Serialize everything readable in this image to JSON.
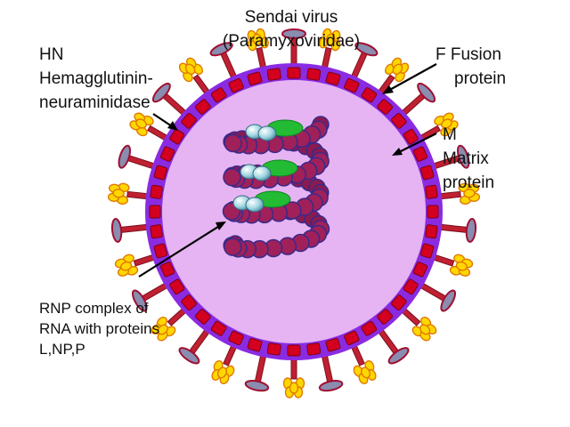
{
  "title": {
    "line1": "Sendai virus",
    "line2": "(Paramyxoviridae)"
  },
  "labels": {
    "hn": {
      "line1": "HN",
      "line2": "Hemagglutinin-",
      "line3": "neuraminidase"
    },
    "f": {
      "line1": "F  Fusion",
      "line2": "protein"
    },
    "m": {
      "line1": "M",
      "line2": "Matrix",
      "line3": "protein"
    },
    "rnp": {
      "line1": "RNP complex of",
      "line2": "RNA with proteins",
      "line3": "L,NP,P"
    }
  },
  "colors": {
    "envelope_outer": "#8a2be2",
    "cytoplasm": "#e6b4f2",
    "matrix_red": "#d40020",
    "hn_spike": "#c02030",
    "hn_head": "#8a8cb0",
    "f_spike": "#ffd700",
    "rnp_bead": "#a0205a",
    "rnp_outline": "#3a2a8a",
    "polymerase_green": "#22bb33",
    "polymerase_teal": "#7fc8d8"
  }
}
